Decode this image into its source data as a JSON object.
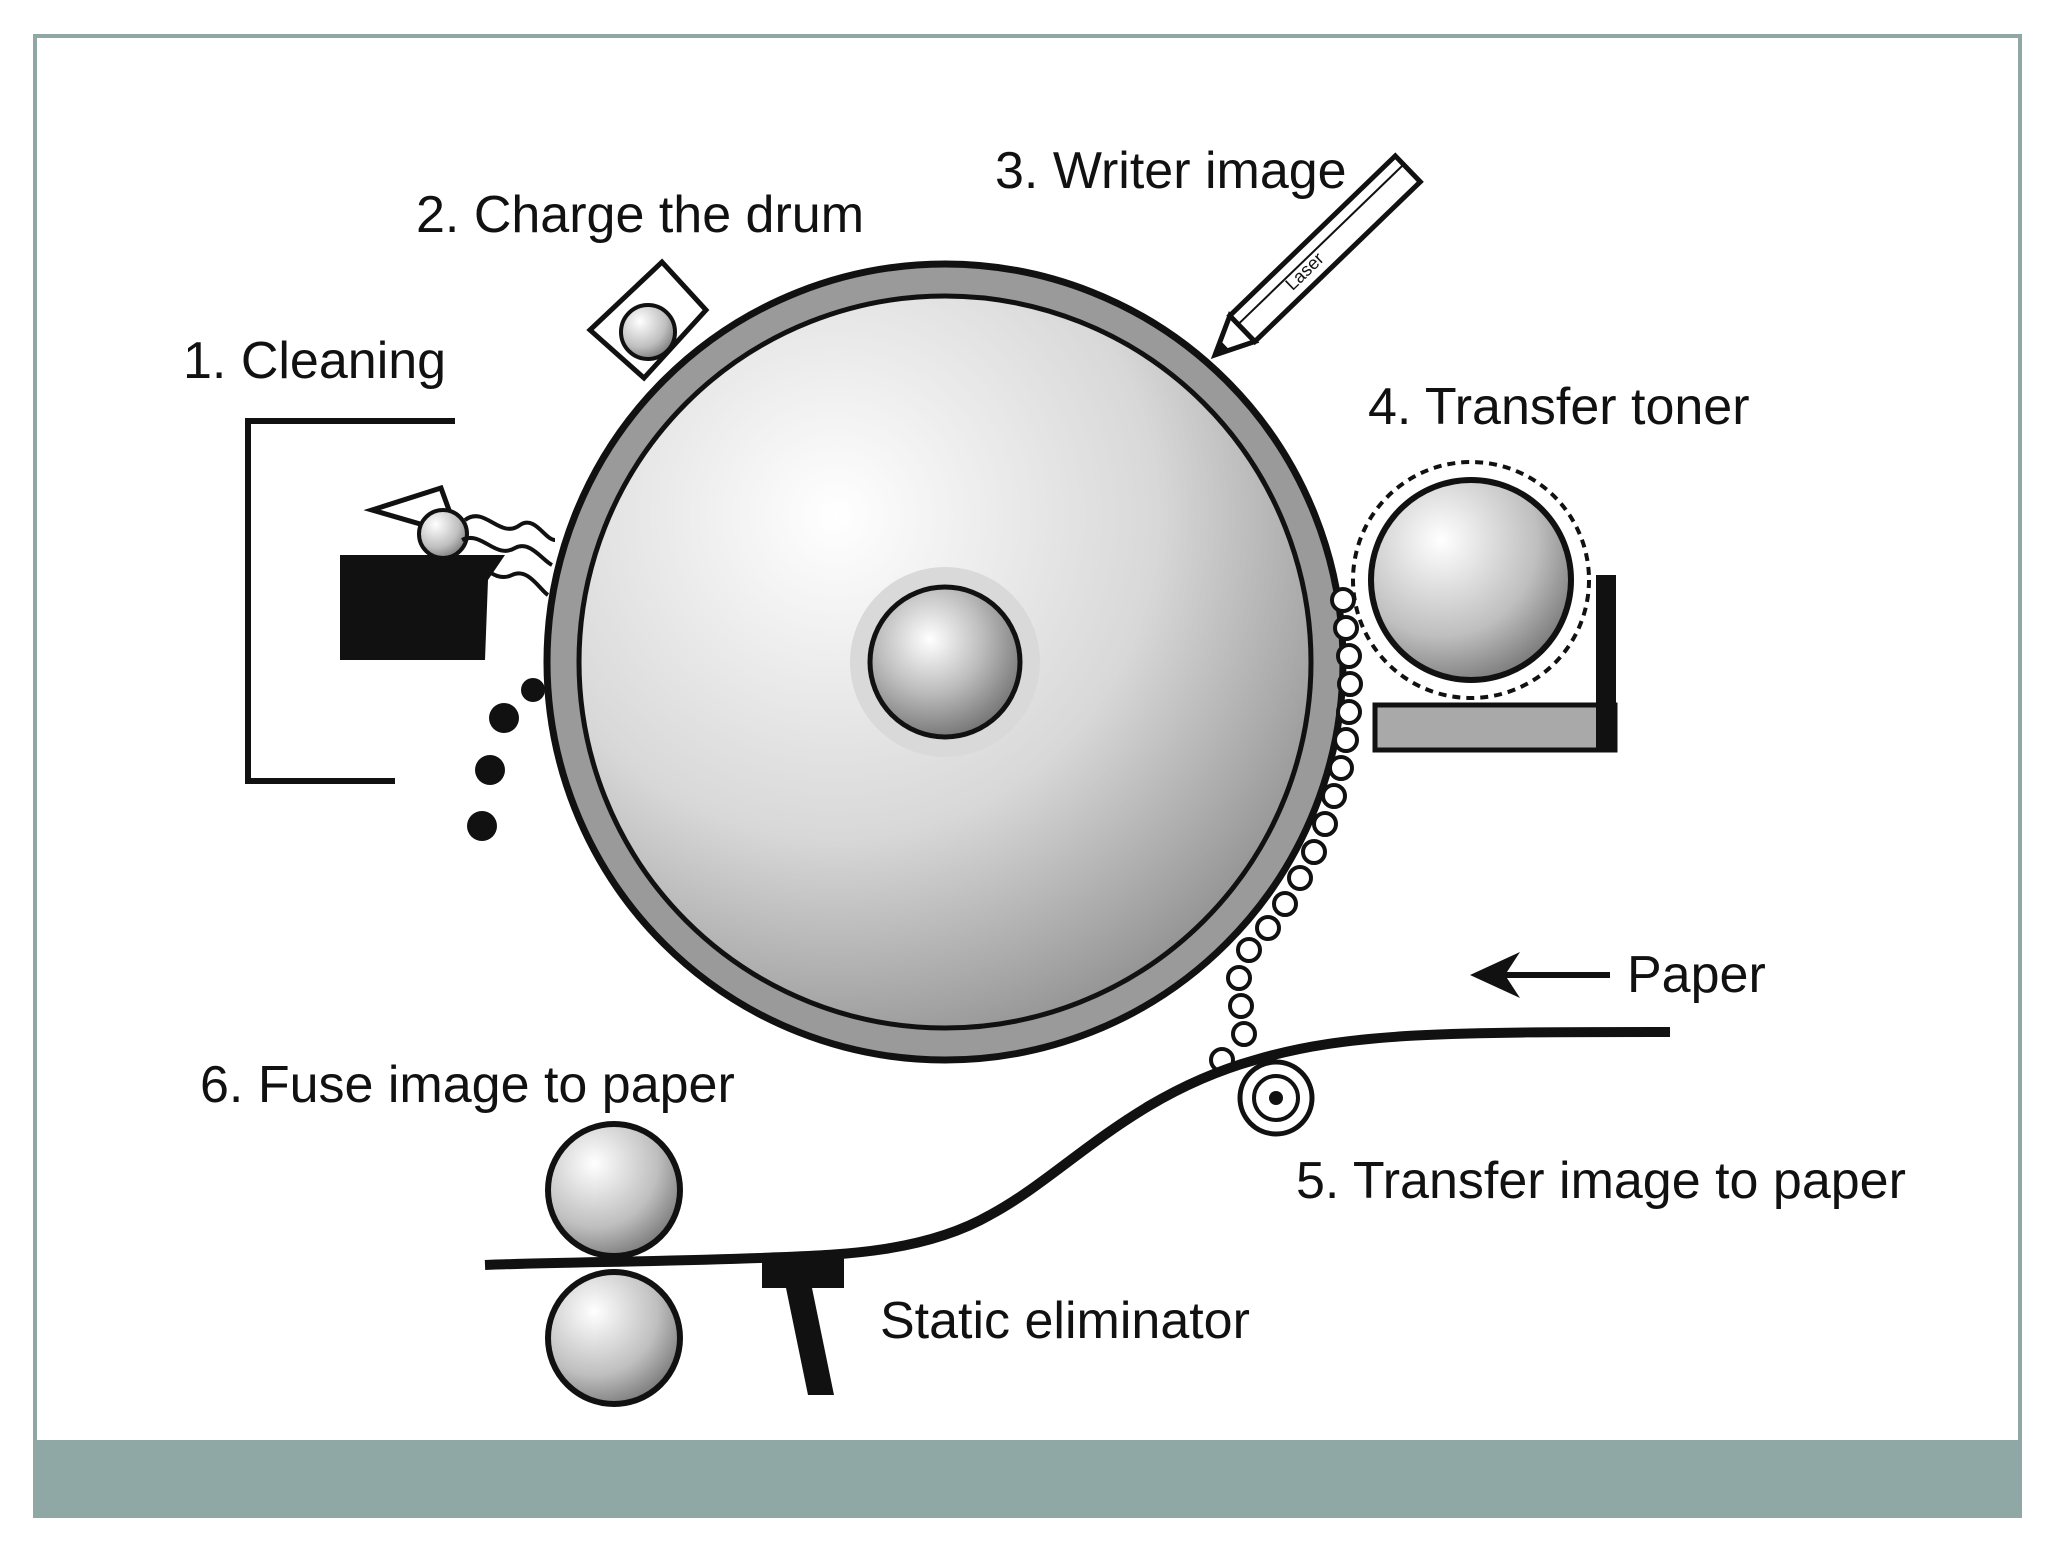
{
  "diagram": {
    "steps": [
      {
        "number": "1.",
        "label": "Cleaning"
      },
      {
        "number": "2.",
        "label": "Charge the drum"
      },
      {
        "number": "3.",
        "label": "Writer image"
      },
      {
        "number": "4.",
        "label": "Transfer toner"
      },
      {
        "number": "5.",
        "label": "Transfer image to paper"
      },
      {
        "number": "6.",
        "label": "Fuse image to paper"
      }
    ],
    "paper_label": "Paper",
    "static_label": "Static eliminator",
    "laser_label": "Laser"
  },
  "colors": {
    "frame_border": "#8fa8a6",
    "footer_bar": "#8fa8a6",
    "line": "#111111",
    "tray_fill": "#a9a9a9"
  }
}
